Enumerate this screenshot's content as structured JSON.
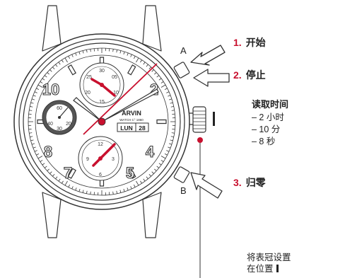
{
  "dial": {
    "brand": "ARVIN",
    "subtitle": "WATCH C° 1860",
    "day": "LUN",
    "date": "28",
    "hour_numerals": [
      "10",
      "2",
      "8",
      "4",
      "7",
      "5"
    ],
    "sub_top_labels": [
      "30",
      "25",
      "05",
      "20",
      "10",
      "15"
    ],
    "sub_left_labels": [
      "60",
      "20",
      "40",
      "30"
    ],
    "sub_bottom_labels": [
      "12",
      "9",
      "3",
      "6"
    ]
  },
  "pushers": {
    "a": "A",
    "b": "B"
  },
  "steps": [
    {
      "number": "1.",
      "label": "开始"
    },
    {
      "number": "2.",
      "label": "停止"
    },
    {
      "number": "3.",
      "label": "归零"
    }
  ],
  "reading": {
    "title": "读取时间",
    "lines": [
      "– 2 小时",
      "– 10 分",
      "– 8  秒"
    ]
  },
  "crown_note": {
    "line1": "将表冠设置",
    "line2": "在位置"
  },
  "colors": {
    "accent_red": "#c8102e",
    "line": "#333333"
  }
}
